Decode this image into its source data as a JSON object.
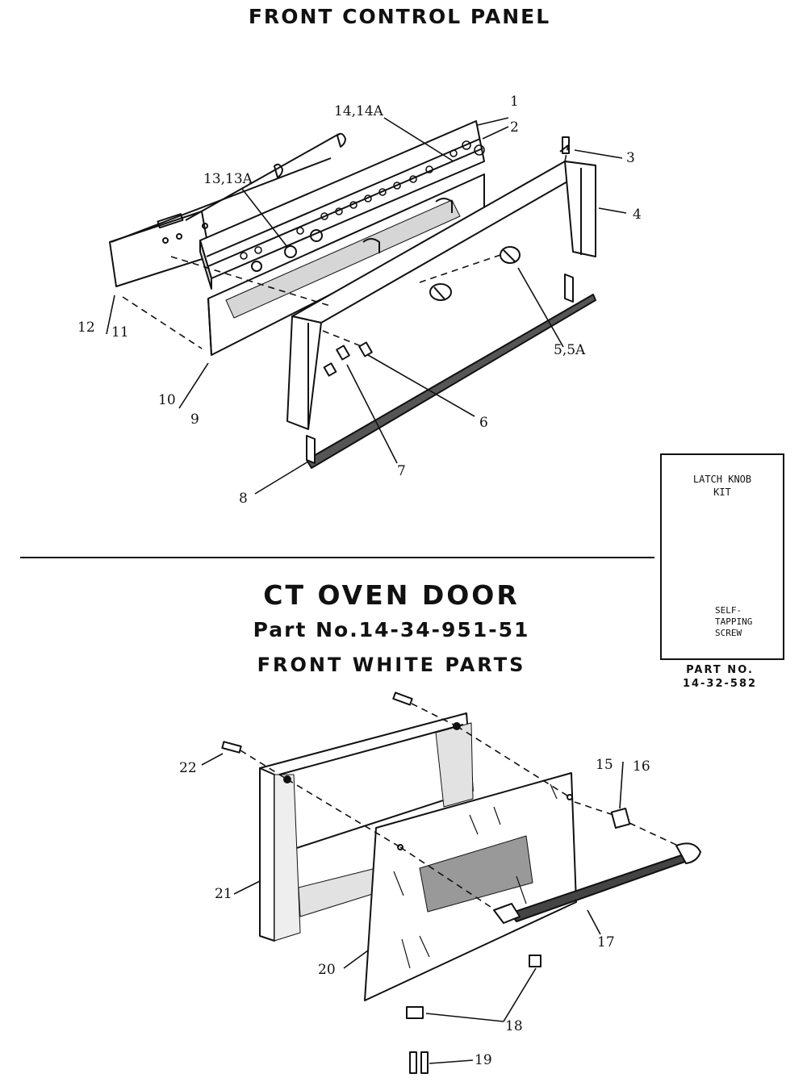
{
  "titles": {
    "front_panel": "FRONT CONTROL PANEL",
    "door": "CT OVEN DOOR",
    "part_no": "Part No.14-34-951-51",
    "parts": "FRONT WHITE PARTS"
  },
  "callouts": {
    "c1": "1",
    "c2": "2",
    "c3": "3",
    "c4": "4",
    "c55a": "5,5A",
    "c6": "6",
    "c7": "7",
    "c8": "8",
    "c9": "9",
    "c10": "10",
    "c11": "11",
    "c12": "12",
    "c1313a": "13,13A",
    "c1414a": "14,14A",
    "c15": "15",
    "c16": "16",
    "c17": "17",
    "c18": "18",
    "c19": "19",
    "c20": "20",
    "c21": "21",
    "c22": "22"
  },
  "kit": {
    "title_line1": "LATCH KNOB",
    "title_line2": "KIT",
    "screw_line1": "SELF-",
    "screw_line2": "TAPPING",
    "screw_line3": "SCREW",
    "part_label": "PART NO.",
    "part_number": "14-32-582"
  }
}
